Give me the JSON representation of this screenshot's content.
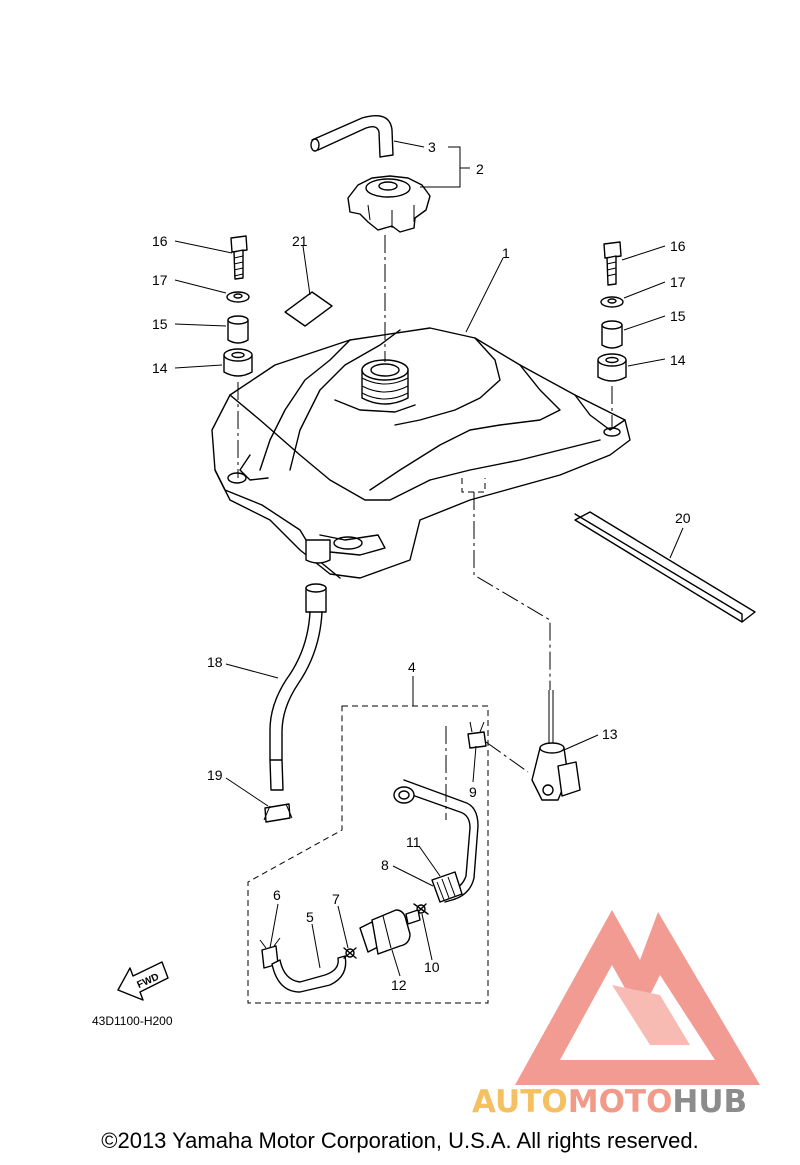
{
  "callouts": {
    "c1": "1",
    "c2": "2",
    "c3": "3",
    "c4": "4",
    "c5": "5",
    "c6": "6",
    "c7": "7",
    "c8": "8",
    "c9": "9",
    "c10": "10",
    "c11": "11",
    "c12": "12",
    "c13": "13",
    "c14L": "14",
    "c14R": "14",
    "c15L": "15",
    "c15R": "15",
    "c16L": "16",
    "c16R": "16",
    "c17L": "17",
    "c17R": "17",
    "c18": "18",
    "c19": "19",
    "c20": "20",
    "c21": "21"
  },
  "fwd_label": "FWD",
  "diagram_code": "43D1100-H200",
  "watermark": {
    "auto": "AUTO",
    "moto": "MOTO",
    "hub": "HUB"
  },
  "copyright": "©2013 Yamaha Motor Corporation, U.S.A. All rights reserved.",
  "colors": {
    "watermark_triangle": "#f08a80",
    "watermark_auto": "#f5c060",
    "watermark_moto": "#f29a8a",
    "watermark_hub": "#8c8c8c"
  }
}
